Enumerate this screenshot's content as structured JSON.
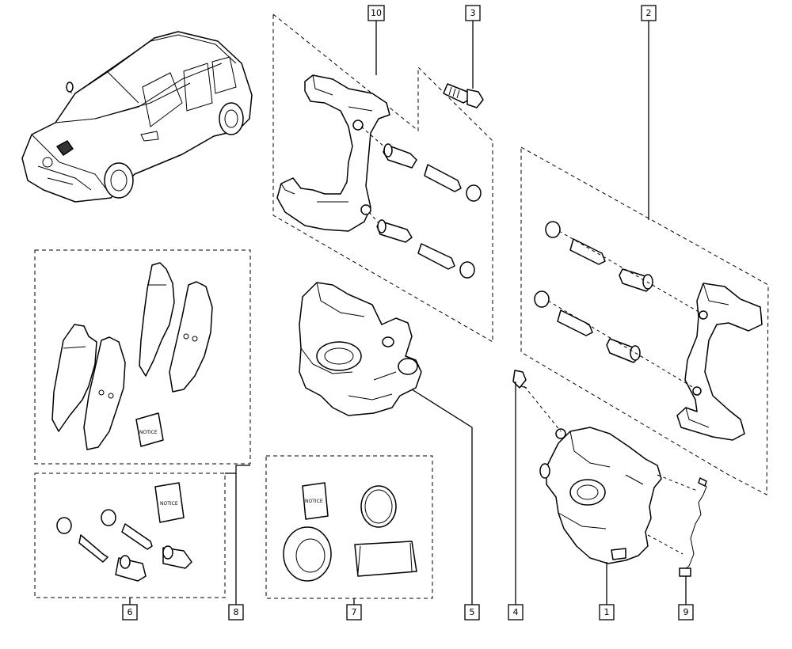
{
  "callouts": {
    "c1": "1",
    "c2": "2",
    "c3": "3",
    "c4": "4",
    "c5": "5",
    "c6": "6",
    "c7": "7",
    "c8": "8",
    "c9": "9",
    "c10": "10"
  },
  "notice_labels": {
    "pads": "NOTICE",
    "kit6": "NOTICE",
    "kit7": "NOTICE"
  }
}
